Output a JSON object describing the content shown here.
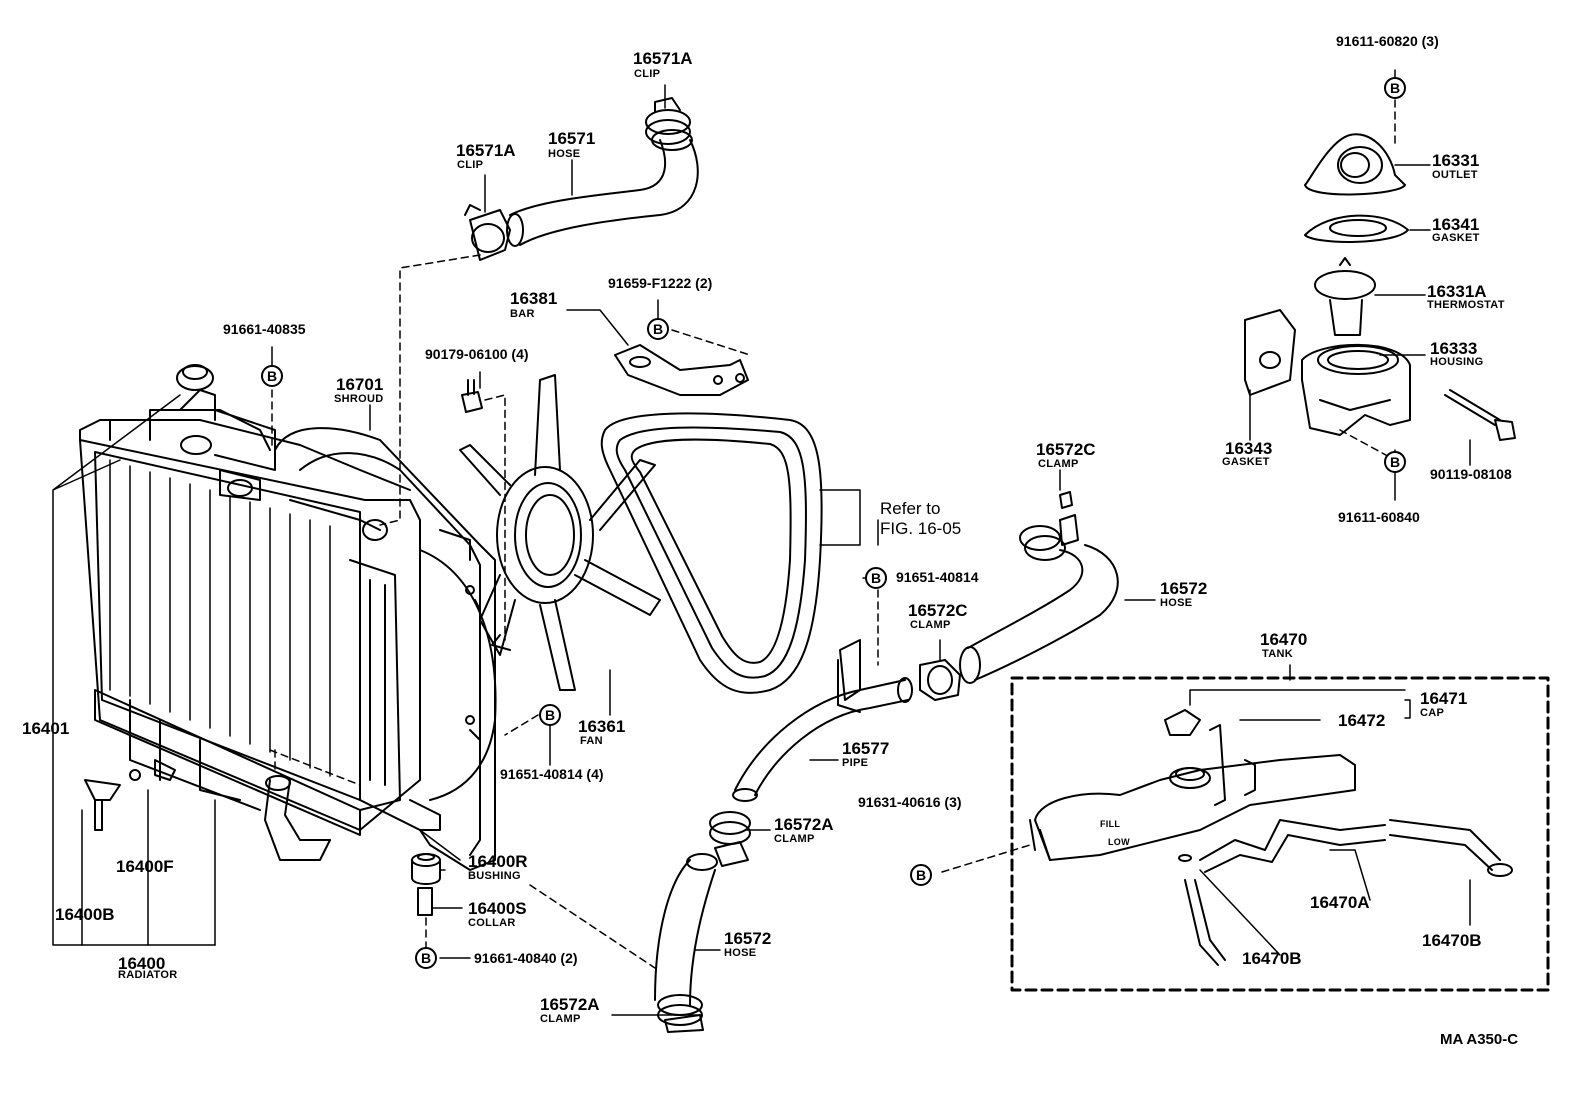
{
  "bolt_marker": "B",
  "labels": {
    "p16571A_top": "16571A",
    "p16571A_top_sub": "CLIP",
    "p16571A_left": "16571A",
    "p16571A_left_sub": "CLIP",
    "p16571": "16571",
    "p16571_sub": "HOSE",
    "p91659": "91659-F1222 (2)",
    "p16381": "16381",
    "p16381_sub": "BAR",
    "p90179": "90179-06100 (4)",
    "p91661_40835": "91661-40835",
    "p16701": "16701",
    "p16701_sub": "SHROUD",
    "ref_1": "Refer to",
    "ref_2": "FIG. 16-05",
    "p16401": "16401",
    "p16400F": "16400F",
    "p16400B": "16400B",
    "p16400": "16400",
    "p16400_sub": "RADIATOR",
    "p16361": "16361",
    "p16361_sub": "FAN",
    "p91651_4": "91651-40814 (4)",
    "p16400R": "16400R",
    "p16400R_sub": "BUSHING",
    "p16400S": "16400S",
    "p16400S_sub": "COLLAR",
    "p91661_40840": "91661-40840 (2)",
    "p91651": "91651-40814",
    "p16572C_mid": "16572C",
    "p16572C_mid_sub": "CLAMP",
    "p16572C_top": "16572C",
    "p16572C_top_sub": "CLAMP",
    "p16572_upper": "16572",
    "p16572_upper_sub": "HOSE",
    "p16577": "16577",
    "p16577_sub": "PIPE",
    "p16572A_mid": "16572A",
    "p16572A_mid_sub": "CLAMP",
    "p16572_lower": "16572",
    "p16572_lower_sub": "HOSE",
    "p16572A_bot": "16572A",
    "p16572A_bot_sub": "CLAMP",
    "p91611_60820": "91611-60820 (3)",
    "p16331": "16331",
    "p16331_sub": "OUTLET",
    "p16341": "16341",
    "p16341_sub": "GASKET",
    "p16331A": "16331A",
    "p16331A_sub": "THERMOSTAT",
    "p16333": "16333",
    "p16333_sub": "HOUSING",
    "p16343": "16343",
    "p16343_sub": "GASKET",
    "p90119": "90119-08108",
    "p91611_60840": "91611-60840",
    "p16470": "16470",
    "p16470_sub": "TANK",
    "p16471": "16471",
    "p16471_sub": "CAP",
    "p16472": "16472",
    "p91631": "91631-40616 (3)",
    "p16470A": "16470A",
    "p16470B_left": "16470B",
    "p16470B_right": "16470B",
    "tank_fill": "FILL",
    "tank_low": "LOW",
    "diagram_code": "MA  A350-C"
  }
}
